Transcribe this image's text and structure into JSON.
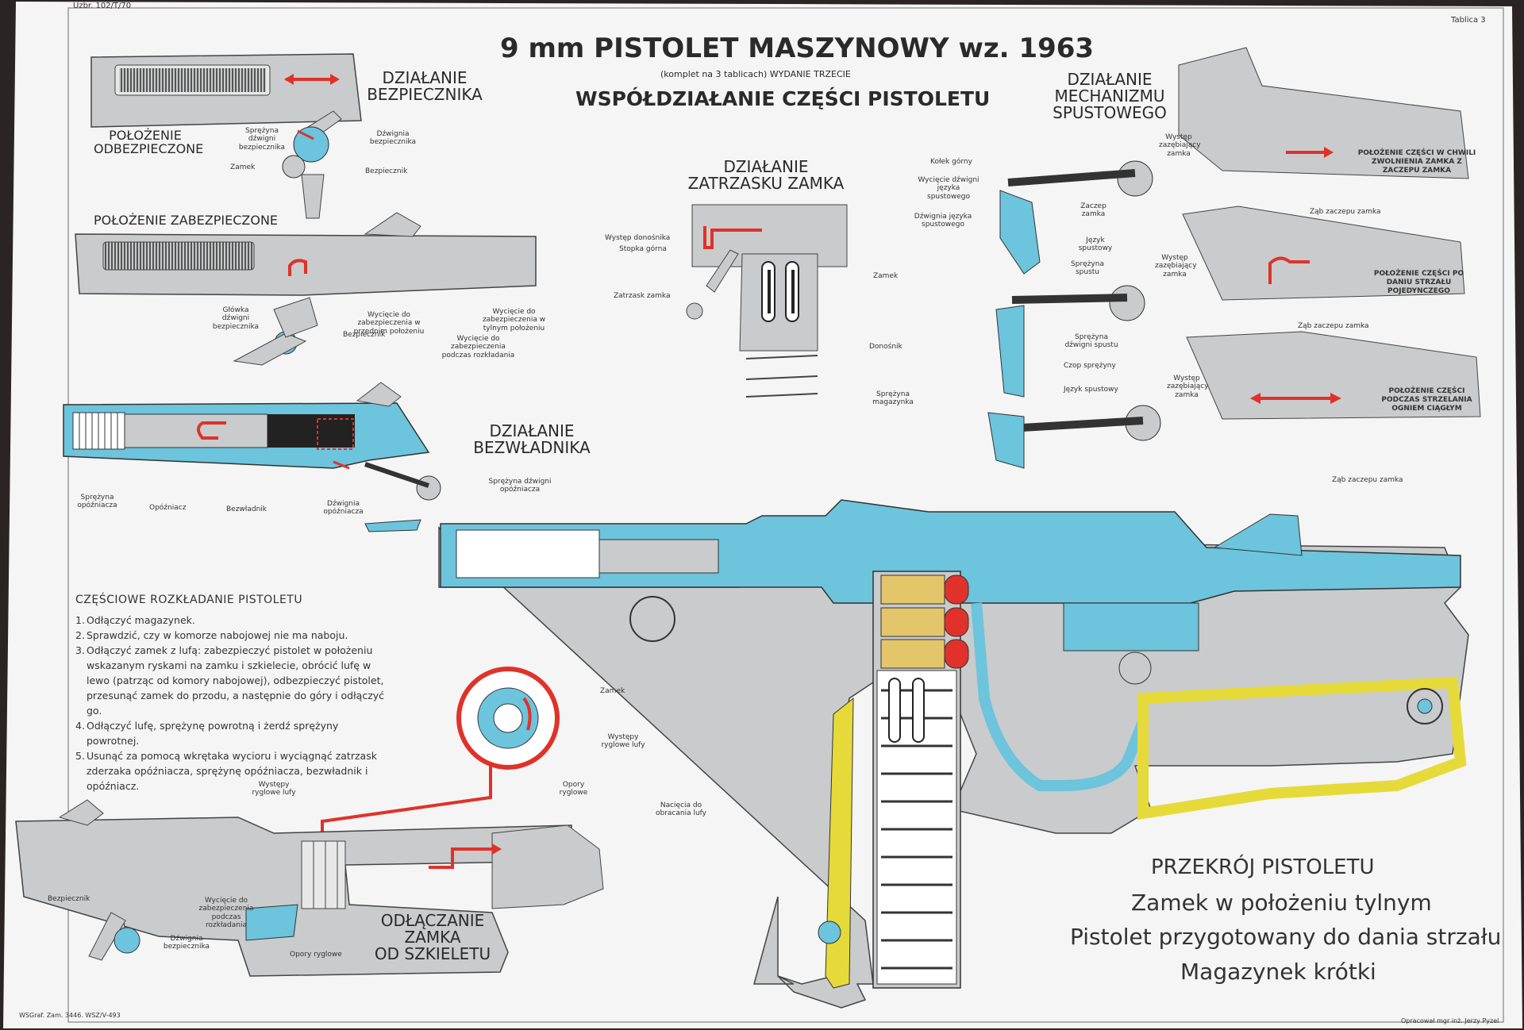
{
  "header": {
    "ref_left": "Uzbr. 102/T/70",
    "ref_right": "Tablica 3",
    "title": "9 mm PISTOLET MASZYNOWY wz. 1963",
    "edition": "(komplet na 3 tablicach)  WYDANIE TRZECIE",
    "subtitle": "WSPÓŁDZIAŁANIE CZĘŚCI PISTOLETU"
  },
  "safety": {
    "heading_1": "DZIAŁANIE",
    "heading_2": "BEZPIECZNIKA",
    "state_off_1": "POŁOŻENIE",
    "state_off_2": "ODBEZPIECZONE",
    "state_on": "POŁOŻENIE ZABEZPIECZONE",
    "labels": [
      "Sprężyna dźwigni bezpiecznika",
      "Dźwignia bezpiecznika",
      "Zamek",
      "Bezpiecznik",
      "Główka dźwigni bezpiecznika",
      "Wycięcie do zabezpieczenia w przednim położeniu",
      "Wycięcie do zabezpieczenia w tylnym położeniu",
      "Wycięcie do zabezpieczenia podczas rozkładania",
      "Bezpiecznik"
    ]
  },
  "slide_catch": {
    "heading_1": "DZIAŁANIE",
    "heading_2": "ZATRZASKU ZAMKA",
    "labels": [
      "Występ donośnika",
      "Stopka górna",
      "Zatrzask zamka",
      "Zamek",
      "Donośnik",
      "Sprężyna magazynka"
    ]
  },
  "trigger": {
    "heading_1": "DZIAŁANIE",
    "heading_2": "MECHANIZMU",
    "heading_3": "SPUSTOWEGO",
    "labels": [
      "Kołek górny",
      "Wycięcie dźwigni języka spustowego",
      "Dźwignia języka spustowego",
      "Zaczep zamka",
      "Język spustowy",
      "Sprężyna spustu",
      "Sprężyna dźwigni spustu",
      "Czop sprężyny",
      "Język spustowy",
      "Występ zazębiający zamka",
      "Ząb zaczepu zamka",
      "Występ zazębiający zamka",
      "Ząb zaczepu zamka",
      "Występ zazębiający zamka",
      "Ząb zaczepu zamka"
    ],
    "state_1": "POŁOŻENIE CZĘŚCI W CHWILI ZWOLNIENIA ZAMKA Z ZACZEPU ZAMKA",
    "state_2": "POŁOŻENIE CZĘŚCI PO DANIU STRZAŁU POJEDYNCZEGO",
    "state_3": "POŁOŻENIE CZĘŚCI PODCZAS STRZELANIA OGNIEM CIĄGŁYM"
  },
  "inertia": {
    "heading_1": "DZIAŁANIE",
    "heading_2": "BEZWŁADNIKA",
    "labels": [
      "Sprężyna opóźniacza",
      "Opóźniacz",
      "Bezwładnik",
      "Dźwignia opóźniacza",
      "Sprężyna dźwigni opóźniacza"
    ]
  },
  "instructions": {
    "heading": "CZĘŚCIOWE ROZKŁADANIE PISTOLETU",
    "steps": [
      "Odłączyć magazynek.",
      "Sprawdzić, czy w komorze nabojowej nie ma naboju.",
      "Odłączyć zamek z lufą: zabezpieczyć pistolet w położeniu wskazanym ryskami na zamku i szkielecie, obrócić lufę w lewo (patrząc od komory nabojowej), odbezpieczyć pistolet, przesunąć zamek do przodu, a następnie do góry i odłączyć go.",
      "Odłączyć lufę, sprężynę powrotną i żerdź sprężyny powrotnej.",
      "Usunąć za pomocą wkrętaka wycioru i wyciągnąć zatrzask zderzaka opóźniacza, sprężynę opóźniacza, bezwładnik i opóźniacz."
    ]
  },
  "disassembly": {
    "heading_1": "ODŁĄCZANIE",
    "heading_2": "ZAMKA",
    "heading_3": "OD SZKIELETU",
    "labels": [
      "Zamek",
      "Występy ryglowe lufy",
      "Opory ryglowe",
      "Występy ryglowe lufy",
      "Nacięcia do obracania lufy",
      "Bezpiecznik",
      "Wycięcie do zabezpieczenia podczas rozkładania",
      "Dźwignia bezpiecznika",
      "Opory ryglowe"
    ]
  },
  "section": {
    "heading": "PRZEKRÓJ PISTOLETU",
    "line_1": "Zamek w położeniu tylnym",
    "line_2": "Pistolet przygotowany do dania strzału",
    "line_3": "Magazynek krótki"
  },
  "footer": {
    "left": "WSGraf. Zam. 3446. WSZ/V-493",
    "right": "Opracował mgr inż. Jerzy Pyzel"
  },
  "colors": {
    "paper": "#f3f4f3",
    "steel": "#c9cbcc",
    "blue": "#6cc4dd",
    "red": "#e0322a",
    "yellow": "#e6da3a",
    "cartridge": "#e3c56a",
    "outline": "#3a3a3a"
  }
}
